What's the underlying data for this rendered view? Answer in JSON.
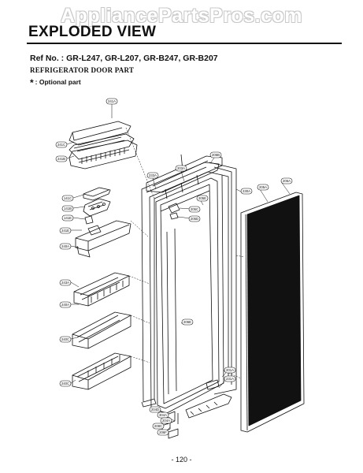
{
  "watermark": "AppliancePartsPros.com",
  "header": {
    "title": "EXPLODED VIEW",
    "ref_no": "Ref No. : GR-L247, GR-L207, GR-B247, GR-B207",
    "subtitle": "REFRIGERATOR DOOR PART",
    "optional_marker": "*",
    "optional_text": ": Optional part"
  },
  "diagram": {
    "callouts": [
      {
        "id": "241a",
        "text": "241A"
      },
      {
        "id": "241c",
        "text": "241C"
      },
      {
        "id": "241b",
        "text": "241B"
      },
      {
        "id": "141c",
        "text": "141C"
      },
      {
        "id": "141b",
        "text": "141B"
      },
      {
        "id": "141e",
        "text": "141E"
      },
      {
        "id": "241e",
        "text": "241E"
      },
      {
        "id": "240a-1",
        "text": "240A"
      },
      {
        "id": "243a",
        "text": "243A"
      },
      {
        "id": "240a-2",
        "text": "240A"
      },
      {
        "id": "240c-1",
        "text": "240C"
      },
      {
        "id": "240c-2",
        "text": "240C"
      },
      {
        "id": "233a",
        "text": "233A"
      },
      {
        "id": "206e",
        "text": "206E"
      },
      {
        "id": "203a",
        "text": "203A"
      },
      {
        "id": "205c",
        "text": "205C"
      },
      {
        "id": "205d",
        "text": "205D"
      },
      {
        "id": "205e",
        "text": "205E"
      },
      {
        "id": "206b",
        "text": "206B"
      },
      {
        "id": "230a",
        "text": "230A"
      },
      {
        "id": "205a",
        "text": "205A"
      },
      {
        "id": "206a",
        "text": "206A"
      },
      {
        "id": "201a",
        "text": "201A"
      },
      {
        "id": "231a",
        "text": "231A"
      },
      {
        "id": "204d",
        "text": "204D"
      },
      {
        "id": "304a",
        "text": "304A"
      },
      {
        "id": "204a",
        "text": "204A"
      },
      {
        "id": "208c",
        "text": "208C"
      },
      {
        "id": "206f",
        "text": "206F"
      }
    ]
  },
  "footer": {
    "page_number": "- 120 -"
  }
}
